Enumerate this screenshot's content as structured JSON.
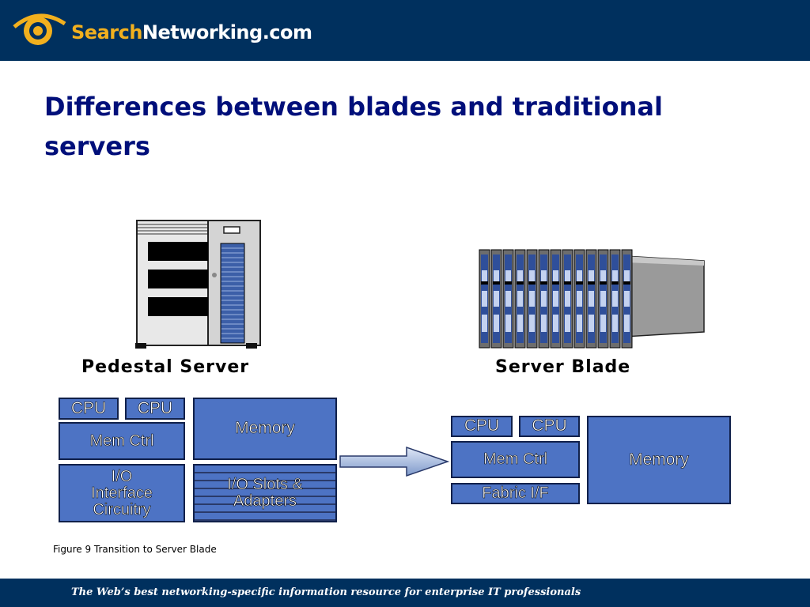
{
  "header": {
    "logo_part1": "Search",
    "logo_part2": "Networking.com"
  },
  "slide": {
    "title": "Differences between blades and traditional servers"
  },
  "diagram": {
    "pedestal_label": "Pedestal Server",
    "blade_label": "Server Blade",
    "pedestal_blocks": {
      "cpu1": "CPU",
      "cpu2": "CPU",
      "memory": "Memory",
      "mem_ctrl": "Mem Ctrl",
      "io_line1": "I/O",
      "io_line2": "Interface",
      "io_line3": "Circuitry",
      "slots_line1": "I/O Slots &",
      "slots_line2": "Adapters"
    },
    "blade_blocks": {
      "cpu1": "CPU",
      "cpu2": "CPU",
      "mem_ctrl": "Mem Ctrl",
      "fabric": "Fabric I/F",
      "memory": "Memory"
    },
    "caption": "Figure 9 Transition to Server Blade"
  },
  "footer": {
    "tagline": "The Web’s best networking-specific information resource for enterprise IT professionals"
  },
  "colors": {
    "header_bg": "#00305e",
    "title_color": "#000f7a",
    "block_fill": "#4d73c4",
    "logo_accent": "#f2b01e"
  }
}
